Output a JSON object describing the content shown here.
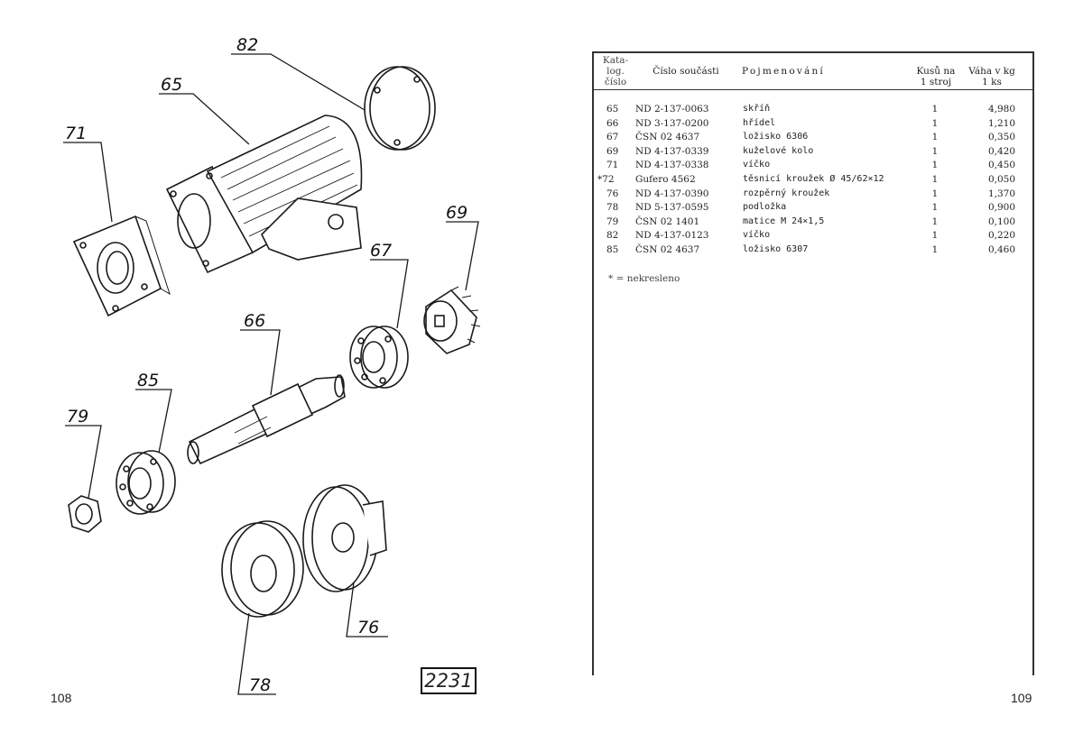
{
  "left_page": {
    "page_number": "108",
    "drawing_number": "2231",
    "callouts": [
      "82",
      "65",
      "71",
      "69",
      "67",
      "66",
      "85",
      "79",
      "76",
      "78"
    ]
  },
  "right_page": {
    "page_number": "109",
    "table": {
      "headers": {
        "katalog": "Kata-\nlog.\nčíslo",
        "cislo": "Číslo součásti",
        "pojmenovani": "Pojmenování",
        "kusu": "Kusů na\n1 stroj",
        "vaha": "Váha v kg\n1 ks"
      },
      "rows": [
        {
          "cat": "65",
          "code": "ND 2-137-0063",
          "name": "skříň",
          "qty": "1",
          "weight": "4,980"
        },
        {
          "cat": "66",
          "code": "ND 3-137-0200",
          "name": "hřídel",
          "qty": "1",
          "weight": "1,210"
        },
        {
          "cat": "67",
          "code": "ČSN 02 4637",
          "name": "ložisko 6306",
          "qty": "1",
          "weight": "0,350"
        },
        {
          "cat": "69",
          "code": "ND 4-137-0339",
          "name": "kuželové kolo",
          "qty": "1",
          "weight": "0,420"
        },
        {
          "cat": "71",
          "code": "ND 4-137-0338",
          "name": "víčko",
          "qty": "1",
          "weight": "0,450"
        },
        {
          "cat": "*72",
          "code": "Gufero 4562",
          "name": "těsnicí kroužek Ø 45/62×12",
          "qty": "1",
          "weight": "0,050"
        },
        {
          "cat": "76",
          "code": "ND 4-137-0390",
          "name": "rozpěrný kroužek",
          "qty": "1",
          "weight": "1,370"
        },
        {
          "cat": "78",
          "code": "ND 5-137-0595",
          "name": "podložka",
          "qty": "1",
          "weight": "0,900"
        },
        {
          "cat": "79",
          "code": "ČSN 02 1401",
          "name": "matice M 24×1,5",
          "qty": "1",
          "weight": "0,100"
        },
        {
          "cat": "82",
          "code": "ND 4-137-0123",
          "name": "víčko",
          "qty": "1",
          "weight": "0,220"
        },
        {
          "cat": "85",
          "code": "ČSN 02 4637",
          "name": "ložisko 6307",
          "qty": "1",
          "weight": "0,460"
        }
      ],
      "footnote": "* = nekresleno"
    }
  }
}
